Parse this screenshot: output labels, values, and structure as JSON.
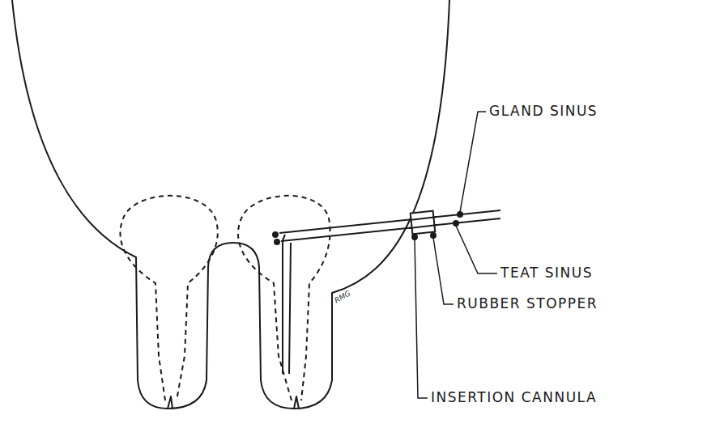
{
  "diagram": {
    "labels": [
      "GLAND SINUS",
      "TEAT SINUS",
      "RUBBER STOPPER",
      "INSERTION CANNULA",
      "RMG"
    ]
  }
}
